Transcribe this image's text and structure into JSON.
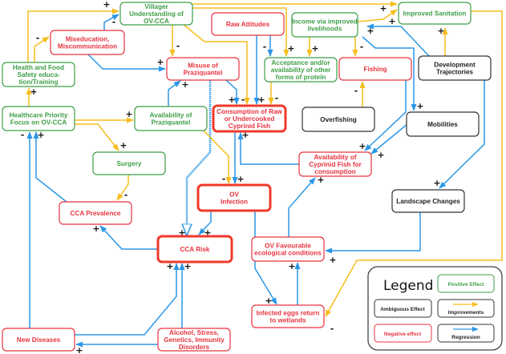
{
  "colors": {
    "positive": "#3e9e47",
    "negative": "#e8333f",
    "ambiguous": "#333333",
    "improvement": "#f5bd1e",
    "regression": "#2b97e6"
  },
  "nodes": [
    {
      "id": "villager",
      "kind": "positive",
      "lines": [
        "Villager",
        "Understanding of",
        "OV-CCA"
      ]
    },
    {
      "id": "raw",
      "kind": "negative",
      "lines": [
        "Raw Attitudes"
      ]
    },
    {
      "id": "income",
      "kind": "positive",
      "lines": [
        "Income via improved",
        "livelihoods"
      ]
    },
    {
      "id": "sanitation",
      "kind": "positive",
      "lines": [
        "Improved Sanitation"
      ]
    },
    {
      "id": "miseducation",
      "kind": "negative",
      "lines": [
        "Miseducation,",
        "Miscommunication"
      ]
    },
    {
      "id": "healthfood",
      "kind": "positive",
      "lines": [
        "Health and Food",
        "Safety educa-",
        "tion/Training"
      ]
    },
    {
      "id": "misuse",
      "kind": "negative",
      "lines": [
        "Misuse of",
        "Praziquantel"
      ]
    },
    {
      "id": "acceptance",
      "kind": "positive",
      "lines": [
        "Acceptance and/or",
        "availability of other",
        "forms of protein"
      ]
    },
    {
      "id": "fishing",
      "kind": "negative",
      "lines": [
        "Fishing"
      ]
    },
    {
      "id": "development",
      "kind": "ambiguous",
      "lines": [
        "Development",
        "Trajectories"
      ]
    },
    {
      "id": "healthcare",
      "kind": "positive",
      "lines": [
        "Healthcare Priority",
        "Focus on OV-CCA"
      ]
    },
    {
      "id": "availpraz",
      "kind": "positive",
      "lines": [
        "Availability of",
        "Praziquantel"
      ]
    },
    {
      "id": "consumption",
      "kind": "negative",
      "major": true,
      "lines": [
        "Consumption of Raw",
        "or Undercooked",
        "Cyprinid Fish"
      ]
    },
    {
      "id": "overfishing",
      "kind": "ambiguous",
      "lines": [
        "Overfishing"
      ]
    },
    {
      "id": "mobilities",
      "kind": "ambiguous",
      "lines": [
        "Mobilities"
      ]
    },
    {
      "id": "surgery",
      "kind": "positive",
      "lines": [
        "Surgery"
      ]
    },
    {
      "id": "availfish",
      "kind": "negative",
      "lines": [
        "Availability of",
        "Cyprinid Fish for",
        "consumption"
      ]
    },
    {
      "id": "ovinfection",
      "kind": "negative",
      "major": true,
      "lines": [
        "OV",
        "Infection"
      ]
    },
    {
      "id": "ccaprev",
      "kind": "negative",
      "lines": [
        "CCA Prevalence"
      ]
    },
    {
      "id": "landscape",
      "kind": "ambiguous",
      "lines": [
        "Landscape Changes"
      ]
    },
    {
      "id": "ccarisk",
      "kind": "negative",
      "major": true,
      "lines": [
        "CCA Risk"
      ]
    },
    {
      "id": "ovfav",
      "kind": "negative",
      "lines": [
        "OV Favourable",
        "ecological conditions"
      ]
    },
    {
      "id": "eggs",
      "kind": "negative",
      "lines": [
        "Infected eggs return",
        "to wetlands"
      ]
    },
    {
      "id": "newdiseases",
      "kind": "negative",
      "lines": [
        "New Diseases"
      ]
    },
    {
      "id": "alcohol",
      "kind": "negative",
      "lines": [
        "Alcohol, Stress,",
        "Genetics, Immunity",
        "Disorders"
      ]
    }
  ],
  "edges": [
    {
      "from": "healthfood",
      "to": "villager",
      "sign": "+",
      "kind": "improvement"
    },
    {
      "from": "healthfood",
      "to": "miseducation",
      "sign": "-",
      "kind": "improvement"
    },
    {
      "from": "miseducation",
      "to": "villager",
      "sign": "-",
      "kind": "regression"
    },
    {
      "from": "villager",
      "to": "misuse",
      "sign": "-",
      "kind": "improvement"
    },
    {
      "from": "miseducation",
      "to": "misuse",
      "sign": "+",
      "kind": "regression"
    },
    {
      "from": "villager",
      "to": "consumption",
      "sign": "-",
      "kind": "improvement"
    },
    {
      "from": "villager",
      "to": "acceptance",
      "sign": "+",
      "kind": "improvement"
    },
    {
      "from": "villager",
      "to": "sanitation",
      "sign": "+",
      "kind": "improvement"
    },
    {
      "from": "raw",
      "to": "consumption",
      "sign": "+",
      "kind": "regression"
    },
    {
      "from": "raw",
      "to": "acceptance",
      "sign": "-",
      "kind": "regression"
    },
    {
      "from": "income",
      "to": "acceptance",
      "sign": "+",
      "kind": "improvement"
    },
    {
      "from": "income",
      "to": "fishing",
      "sign": "-",
      "kind": "improvement"
    },
    {
      "from": "income",
      "to": "sanitation",
      "sign": "+",
      "kind": "improvement"
    },
    {
      "from": "development",
      "to": "income",
      "sign": "+",
      "kind": "regression"
    },
    {
      "from": "income",
      "to": "mobilities",
      "sign": "+",
      "kind": "regression"
    },
    {
      "from": "development",
      "to": "sanitation",
      "sign": "+",
      "kind": "improvement"
    },
    {
      "from": "acceptance",
      "to": "consumption",
      "sign": "-",
      "kind": "improvement"
    },
    {
      "from": "misuse",
      "to": "consumption",
      "sign": "+",
      "kind": "regression"
    },
    {
      "from": "availpraz",
      "to": "misuse",
      "sign": "+",
      "kind": "regression"
    },
    {
      "from": "healthcare",
      "to": "healthfood",
      "sign": "+",
      "kind": "improvement"
    },
    {
      "from": "healthcare",
      "to": "availpraz",
      "sign": "+",
      "kind": "improvement"
    },
    {
      "from": "healthcare",
      "to": "surgery",
      "sign": "+",
      "kind": "improvement"
    },
    {
      "from": "surgery",
      "to": "ccaprev",
      "sign": "-",
      "kind": "improvement"
    },
    {
      "from": "misuse",
      "to": "ccarisk",
      "sign": "+",
      "kind": "regression-dotted"
    },
    {
      "from": "availpraz",
      "to": "ovinfection",
      "sign": "-",
      "kind": "improvement"
    },
    {
      "from": "consumption",
      "to": "ovinfection",
      "sign": "+",
      "kind": "regression"
    },
    {
      "from": "availfish",
      "to": "consumption",
      "sign": "+",
      "kind": "regression"
    },
    {
      "from": "fishing",
      "to": "availfish",
      "sign": "+",
      "kind": "regression"
    },
    {
      "from": "mobilities",
      "to": "availfish",
      "sign": "+",
      "kind": "regression"
    },
    {
      "from": "development",
      "to": "landscape",
      "sign": "+",
      "kind": "regression"
    },
    {
      "from": "landscape",
      "to": "ovfav",
      "sign": "+",
      "kind": "regression"
    },
    {
      "from": "ovfav",
      "to": "availfish",
      "sign": "+",
      "kind": "regression"
    },
    {
      "from": "eggs",
      "to": "ovfav",
      "sign": "+",
      "kind": "regression"
    },
    {
      "from": "ovinfection",
      "to": "eggs",
      "sign": "+",
      "kind": "regression"
    },
    {
      "from": "sanitation",
      "to": "eggs",
      "sign": "-",
      "kind": "improvement"
    },
    {
      "from": "ovinfection",
      "to": "ccarisk",
      "sign": "+",
      "kind": "regression"
    },
    {
      "from": "ccarisk",
      "to": "ccaprev",
      "sign": "+",
      "kind": "regression"
    },
    {
      "from": "ccaprev",
      "to": "healthcare",
      "sign": "+",
      "kind": "regression"
    },
    {
      "from": "newdiseases",
      "to": "healthcare",
      "sign": "-",
      "kind": "regression"
    },
    {
      "from": "newdiseases",
      "to": "ccarisk",
      "sign": "+",
      "kind": "regression"
    },
    {
      "from": "alcohol",
      "to": "ccarisk",
      "sign": "+",
      "kind": "regression"
    },
    {
      "from": "alcohol",
      "to": "newdiseases",
      "sign": "+",
      "kind": "regression"
    },
    {
      "from": "overfishing",
      "to": "fishing",
      "sign": "-",
      "kind": "improvement"
    }
  ],
  "legend": {
    "title": "Legend",
    "positive": "Positive Effect",
    "ambiguous": "Ambiguous Effect",
    "improvements": "Improvements",
    "negative": "Negative effect",
    "regression": "Regression"
  }
}
